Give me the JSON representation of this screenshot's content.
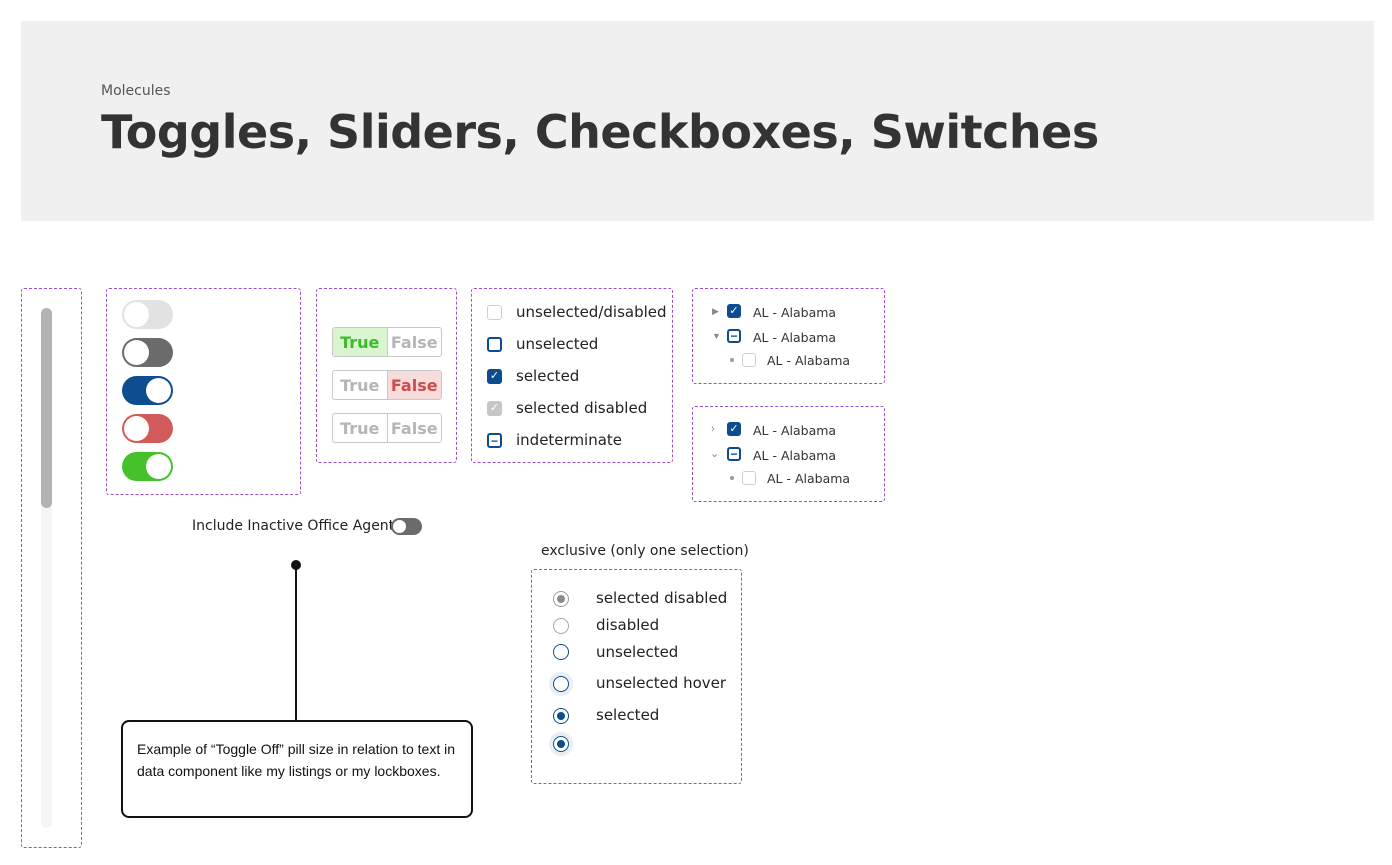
{
  "header": {
    "subtitle": "Molecules",
    "title": "Toggles, Sliders, Checkboxes, Switches"
  },
  "segmented": [
    {
      "true_label": "True",
      "false_label": "False",
      "state": "true"
    },
    {
      "true_label": "True",
      "false_label": "False",
      "state": "false"
    },
    {
      "true_label": "True",
      "false_label": "False",
      "state": "none"
    }
  ],
  "checkboxes": [
    {
      "label": "unselected/disabled",
      "state": "disabled"
    },
    {
      "label": "unselected",
      "state": "unselected"
    },
    {
      "label": "selected",
      "state": "selected"
    },
    {
      "label": "selected disabled",
      "state": "selected-disabled"
    },
    {
      "label": "indeterminate",
      "state": "indeterminate"
    }
  ],
  "tree1": [
    {
      "label": "AL - Alabama",
      "state": "selected"
    },
    {
      "label": "AL - Alabama",
      "state": "indeterminate"
    },
    {
      "label": "AL - Alabama",
      "state": "unselected"
    }
  ],
  "tree2": [
    {
      "label": "AL - Alabama",
      "state": "selected"
    },
    {
      "label": "AL - Alabama",
      "state": "indeterminate"
    },
    {
      "label": "AL - Alabama",
      "state": "unselected"
    }
  ],
  "inactive_toggle": {
    "label": "Include Inactive Office Agents",
    "state": "off"
  },
  "radio_group": {
    "heading": "exclusive (only one selection)",
    "items": [
      {
        "label": "selected disabled",
        "state": "selected-disabled"
      },
      {
        "label": "disabled",
        "state": "disabled"
      },
      {
        "label": "unselected",
        "state": "unselected"
      },
      {
        "label": "unselected hover",
        "state": "unselected-hover"
      },
      {
        "label": "selected",
        "state": "selected"
      },
      {
        "label": "",
        "state": "selected-hover"
      }
    ]
  },
  "callout": {
    "text": "Example of “Toggle Off” pill size in relation to text in data component like my listings or my lockboxes."
  },
  "colors": {
    "primary": "#0d4d8f",
    "success": "#45c22b",
    "danger": "#d35a5a",
    "dashed_border": "#9b4dd3"
  }
}
